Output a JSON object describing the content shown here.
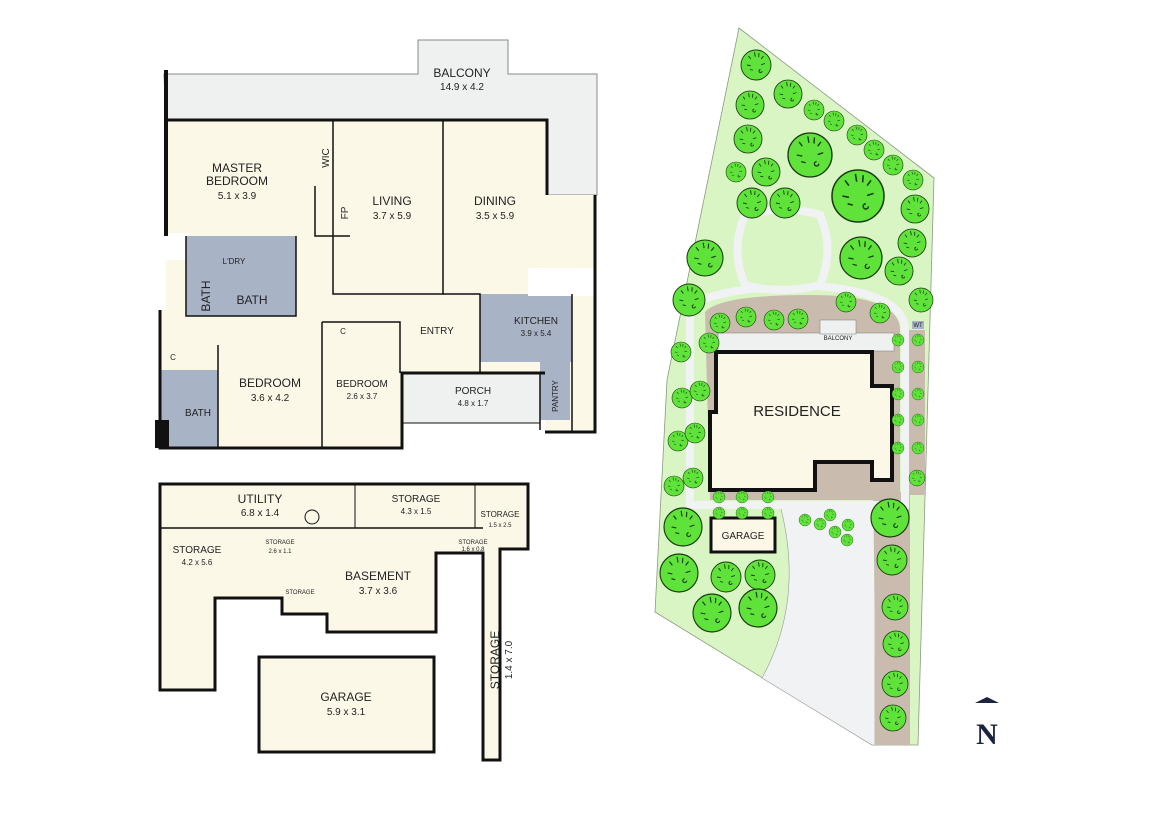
{
  "floor_plan": {
    "upper_level": {
      "rooms": [
        {
          "name": "BALCONY",
          "dims": "14.9 x 4.2"
        },
        {
          "name": "MASTER",
          "name2": "BEDROOM",
          "dims": "5.1 x 3.9"
        },
        {
          "name": "WIC"
        },
        {
          "name": "FP"
        },
        {
          "name": "LIVING",
          "dims": "3.7 x 5.9"
        },
        {
          "name": "DINING",
          "dims": "3.5 x 5.9"
        },
        {
          "name": "L'DRY"
        },
        {
          "name": "BATH"
        },
        {
          "name": "BATH"
        },
        {
          "name": "KITCHEN",
          "dims": "3.9 x 5.4"
        },
        {
          "name": "ENTRY"
        },
        {
          "name": "C"
        },
        {
          "name": "C"
        },
        {
          "name": "BEDROOM",
          "dims": "3.6 x 4.2"
        },
        {
          "name": "BEDROOM",
          "dims": "2.6 x 3.7"
        },
        {
          "name": "PORCH",
          "dims": "4.8 x 1.7"
        },
        {
          "name": "PANTRY"
        },
        {
          "name": "BATH"
        }
      ]
    },
    "lower_level": {
      "rooms": [
        {
          "name": "UTILITY",
          "dims": "6.8 x 1.4"
        },
        {
          "name": "STORAGE",
          "dims": "4.3 x 1.5"
        },
        {
          "name": "STORAGE",
          "dims": "1.5 x 2.5"
        },
        {
          "name": "STORAGE",
          "dims": "4.2 x 5.6"
        },
        {
          "name": "STORAGE",
          "dims": "2.6 x 1.1"
        },
        {
          "name": "STORAGE",
          "dims": "1.6 x 0.8"
        },
        {
          "name": "STORAGE"
        },
        {
          "name": "BASEMENT",
          "dims": "3.7 x 3.6"
        },
        {
          "name": "GARAGE",
          "dims": "5.9 x 3.1"
        },
        {
          "name": "STORAGE",
          "dims": "1.4 x 7.0"
        }
      ]
    }
  },
  "site_plan": {
    "residence_label": "RESIDENCE",
    "garage_label": "GARAGE",
    "balcony_label": "BALCONY",
    "wt_label": "WT"
  },
  "compass": {
    "label": "N"
  },
  "colors": {
    "room_fill": "#fbf8e8",
    "wet_area_fill": "#a9b3c6",
    "balcony_fill": "#eff1f1",
    "wall": "#111111",
    "lawn": "#d9f5c4",
    "tree": "#5fe23a",
    "path": "#f1f2f3",
    "garden_bed": "#c9bcae",
    "compass": "#1a2440"
  }
}
